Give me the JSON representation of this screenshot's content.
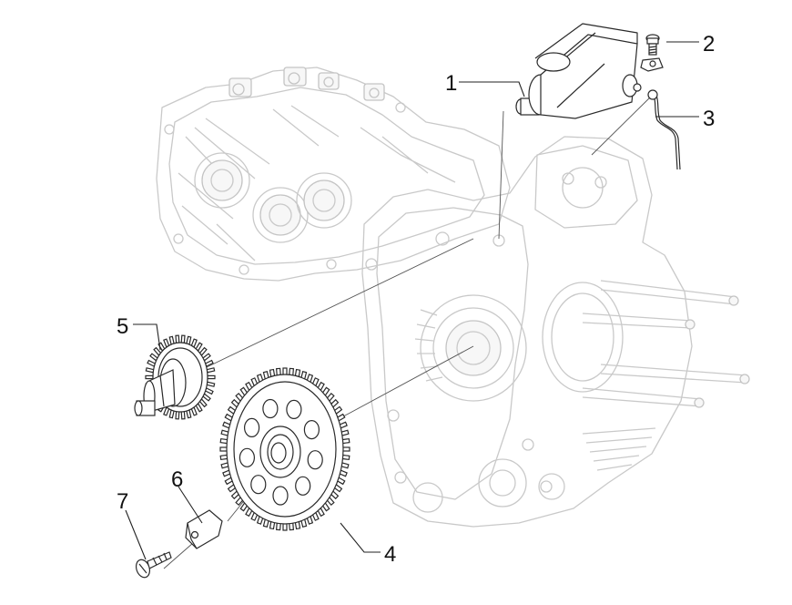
{
  "diagram": {
    "callouts": [
      {
        "id": "1",
        "text": "1"
      },
      {
        "id": "2",
        "text": "2"
      },
      {
        "id": "3",
        "text": "3"
      },
      {
        "id": "4",
        "text": "4"
      },
      {
        "id": "5",
        "text": "5"
      },
      {
        "id": "6",
        "text": "6"
      },
      {
        "id": "7",
        "text": "7"
      }
    ]
  }
}
